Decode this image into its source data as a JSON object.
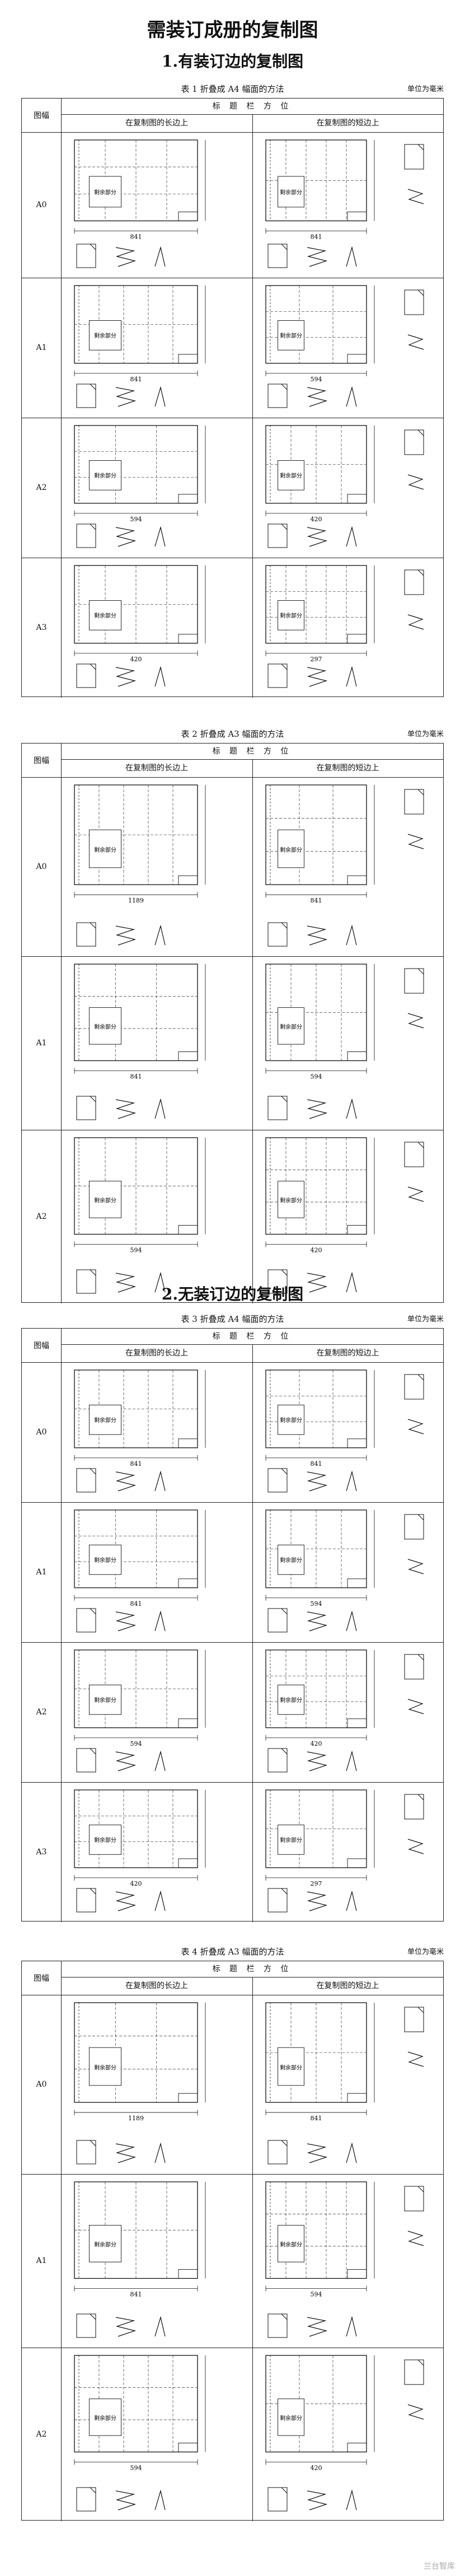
{
  "title": "需装订成册的复制图",
  "sections": [
    {
      "heading": "1.有装订边的复制图",
      "tables": [
        {
          "caption": "表 1 折叠成 A4 幅面的方法",
          "unit": "单位为毫米",
          "rows": [
            {
              "label": "A0",
              "dims_long": "841",
              "dims_short": "841"
            },
            {
              "label": "A1",
              "dims_long": "841",
              "dims_short": "594"
            },
            {
              "label": "A2",
              "dims_long": "594",
              "dims_short": "420"
            },
            {
              "label": "A3",
              "dims_long": "420",
              "dims_short": "297"
            }
          ]
        },
        {
          "caption": "表 2 折叠成 A3 幅面的方法",
          "unit": "单位为毫米",
          "rows": [
            {
              "label": "A0",
              "dims_long": "1189",
              "dims_short": "841"
            },
            {
              "label": "A1",
              "dims_long": "841",
              "dims_short": "594"
            },
            {
              "label": "A2",
              "dims_long": "594",
              "dims_short": "420"
            }
          ]
        }
      ]
    },
    {
      "heading": "2.无装订边的复制图",
      "tables": [
        {
          "caption": "表 3 折叠成 A4 幅面的方法",
          "unit": "单位为毫米",
          "rows": [
            {
              "label": "A0",
              "dims_long": "841",
              "dims_short": "841"
            },
            {
              "label": "A1",
              "dims_long": "841",
              "dims_short": "594"
            },
            {
              "label": "A2",
              "dims_long": "594",
              "dims_short": "420"
            },
            {
              "label": "A3",
              "dims_long": "420",
              "dims_short": "297"
            }
          ]
        },
        {
          "caption": "表 4 折叠成 A3 幅面的方法",
          "unit": "单位为毫米",
          "rows": [
            {
              "label": "A0",
              "dims_long": "1189",
              "dims_short": "841"
            },
            {
              "label": "A1",
              "dims_long": "841",
              "dims_short": "594"
            },
            {
              "label": "A2",
              "dims_long": "594",
              "dims_short": "420"
            }
          ]
        }
      ]
    }
  ],
  "table_header": {
    "format_col": "图幅",
    "title_block": "标 题 栏 方 位",
    "long_side": "在复制图的长边上",
    "short_side": "在复制图的短边上"
  },
  "labels": {
    "remaining": "剩余部分"
  },
  "watermark": "兰台智库"
}
